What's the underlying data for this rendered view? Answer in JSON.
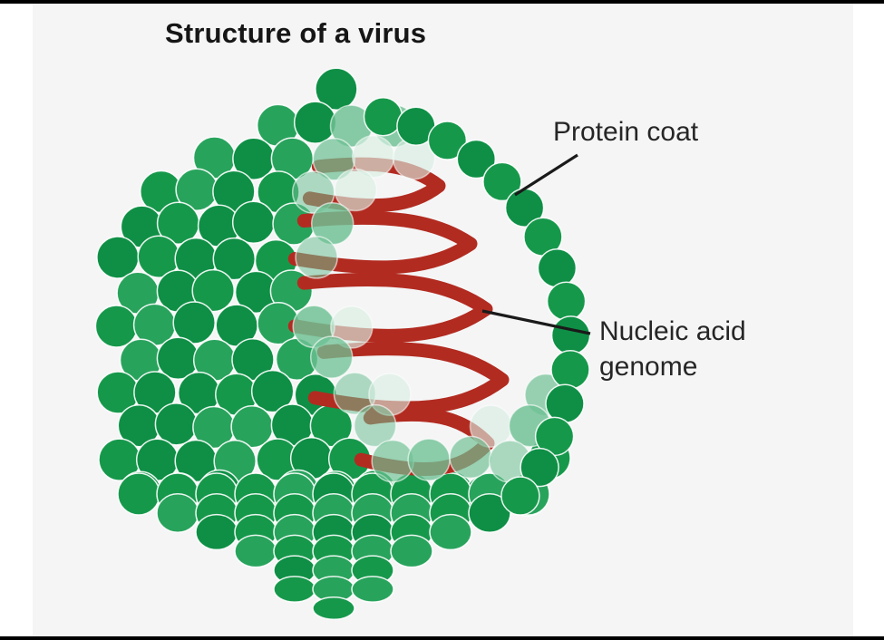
{
  "frame": {
    "page_background": "#ffffff",
    "canvas_background": "#f5f5f6",
    "bar_color": "#000000"
  },
  "diagram": {
    "title": "Structure of a virus",
    "labels": {
      "protein_coat": {
        "text": "Protein coat"
      },
      "nucleic_acid": {
        "line1": "Nucleic acid",
        "line2": "genome"
      }
    },
    "label_color": "#262626",
    "pointer_color": "#1a1a1a",
    "virus": {
      "capsid_green": "#16984b",
      "capsid_green_dark": "#0e8f45",
      "capsid_green_light": "#28a35c",
      "fringe_green": "#6fc194",
      "ghost_green": "#d9eee2",
      "genome_red": "#b22b20",
      "circle_outline": "#ffffff"
    }
  }
}
